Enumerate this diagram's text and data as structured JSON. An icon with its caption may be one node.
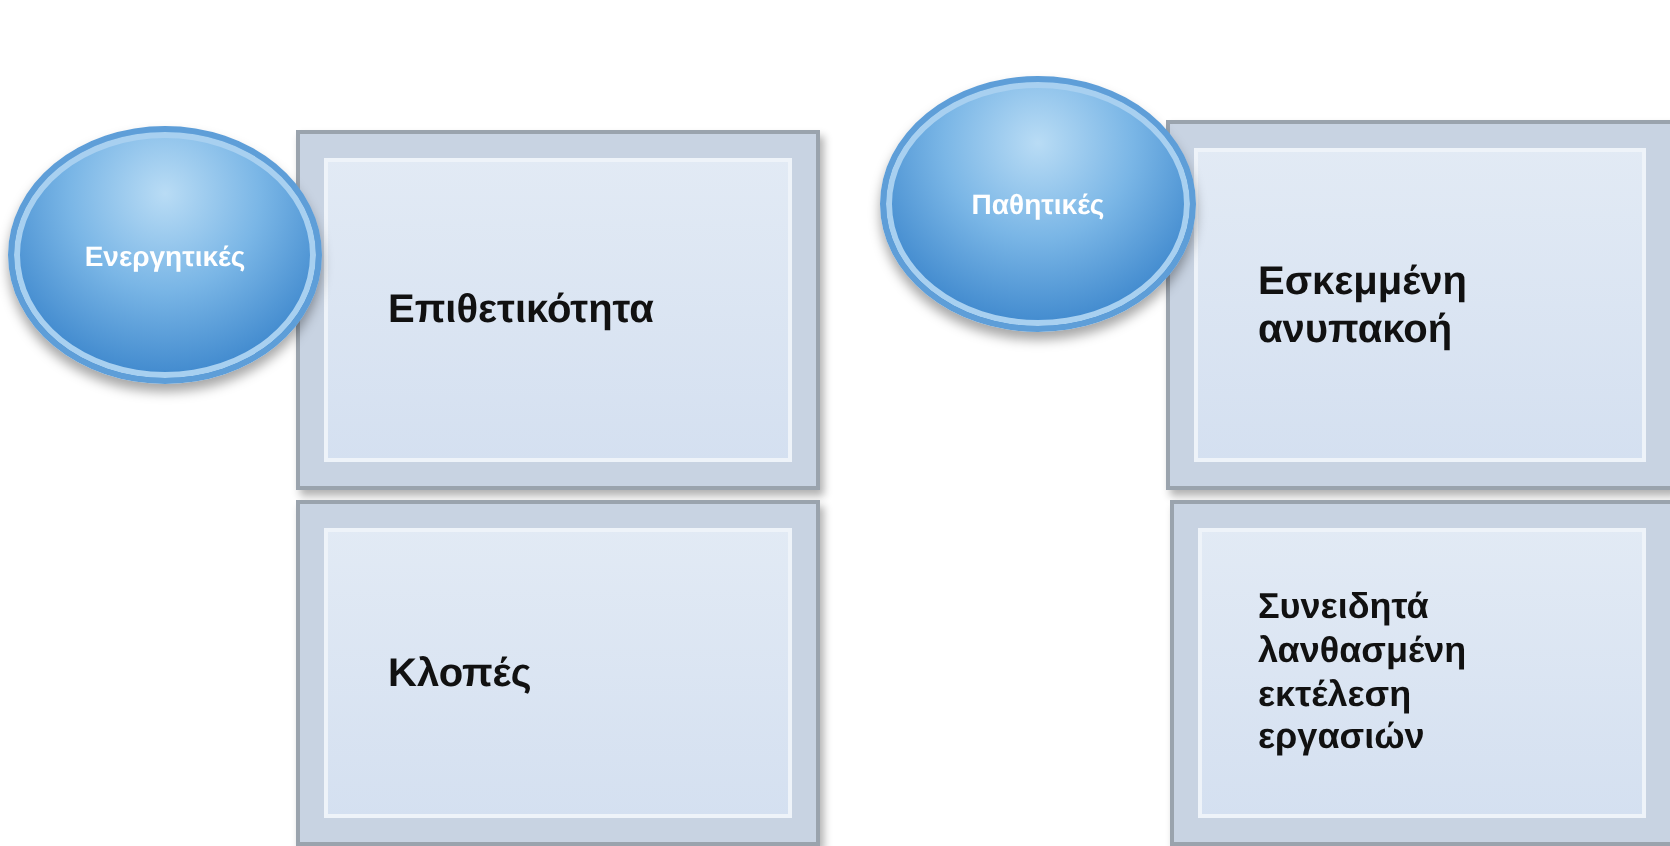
{
  "diagram": {
    "nodes": [
      {
        "text": [
          "Ενεργητικές"
        ]
      },
      {
        "text": [
          "Επιθετικότητα"
        ]
      },
      {
        "text": [
          "Κλοπές"
        ]
      },
      {
        "text": [
          "Παθητικές"
        ]
      },
      {
        "text": [
          "Εσκεμμένη ανυπακοή"
        ]
      },
      {
        "text": [
          "Συνειδητά λανθασμένη εκτέλεση εργασιών"
        ]
      }
    ]
  }
}
